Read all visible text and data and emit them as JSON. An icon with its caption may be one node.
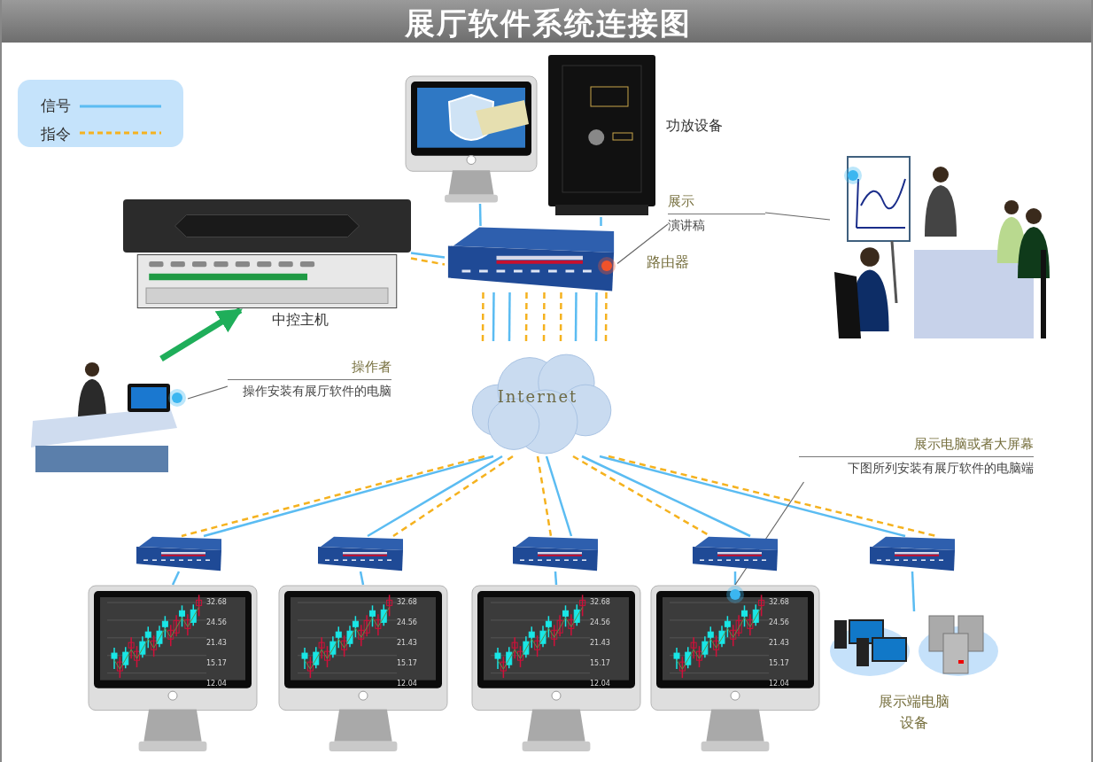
{
  "diagram": {
    "title": "展厅软件系统连接图",
    "nodes": [
      {
        "text": [],
        "shape": "picture"
      },
      {
        "text": [],
        "shape": "picture",
        "beside": [
          "功放设备"
        ]
      },
      {
        "text": [],
        "shape": "picture",
        "beside": [
          "路由器"
        ]
      },
      {
        "text": [],
        "shape": "picture",
        "beside": [
          "中控主机"
        ]
      },
      {
        "text": [],
        "shape": "picture"
      },
      {
        "text": [],
        "shape": "picture"
      },
      {
        "text": [
          "Internet"
        ]
      },
      {
        "text": [],
        "shape": "picture"
      },
      {
        "text": [],
        "shape": "picture"
      },
      {
        "text": [],
        "shape": "picture"
      },
      {
        "text": [],
        "shape": "picture"
      },
      {
        "text": [],
        "shape": "picture"
      },
      {
        "text": [],
        "shape": "picture"
      },
      {
        "text": [],
        "shape": "picture"
      },
      {
        "text": [],
        "shape": "picture"
      },
      {
        "text": [],
        "shape": "picture"
      },
      {
        "text": [],
        "shape": "picture",
        "beside": [
          "展示端电脑设备"
        ]
      },
      {
        "text": [
          "展示",
          "演讲稿"
        ]
      },
      {
        "text": [
          "操作者",
          "操作安装有展厅软件的电脑"
        ]
      },
      {
        "text": [
          "展示电脑或者大屏幕",
          "下图所列安装有展厅软件的电脑端"
        ]
      }
    ],
    "edges": [
      {
        "from": 0,
        "to": 2,
        "arrow": "none"
      },
      {
        "from": 1,
        "to": 2,
        "arrow": "none"
      },
      {
        "from": 3,
        "to": 2,
        "arrow": "none"
      },
      {
        "from": 3,
        "to": 2,
        "arrow": "none",
        "style": "dashed",
        "color": "#f5b21f"
      },
      {
        "from": 2,
        "to": 6,
        "arrow": "none",
        "style": "dashed",
        "color": "#f5b21f"
      },
      {
        "from": 2,
        "to": 6,
        "arrow": "none"
      },
      {
        "from": 2,
        "to": 6,
        "arrow": "none"
      },
      {
        "from": 2,
        "to": 6,
        "arrow": "none",
        "style": "dashed",
        "color": "#f5b21f"
      },
      {
        "from": 2,
        "to": 6,
        "arrow": "none",
        "style": "dashed",
        "color": "#f5b21f"
      },
      {
        "from": 2,
        "to": 6,
        "arrow": "none",
        "style": "dashed",
        "color": "#f5b21f"
      },
      {
        "from": 2,
        "to": 6,
        "arrow": "none"
      },
      {
        "from": 2,
        "to": 6,
        "arrow": "none"
      },
      {
        "from": 2,
        "to": 6,
        "arrow": "none",
        "style": "dashed",
        "color": "#f5b21f"
      },
      {
        "from": 6,
        "to": 7,
        "arrow": "none"
      },
      {
        "from": 6,
        "to": 7,
        "arrow": "none",
        "style": "dashed",
        "color": "#f5b21f"
      },
      {
        "from": 6,
        "to": 8,
        "arrow": "none"
      },
      {
        "from": 6,
        "to": 8,
        "arrow": "none",
        "style": "dashed",
        "color": "#f5b21f"
      },
      {
        "from": 6,
        "to": 9,
        "arrow": "none"
      },
      {
        "from": 6,
        "to": 9,
        "arrow": "none",
        "style": "dashed",
        "color": "#f5b21f"
      },
      {
        "from": 6,
        "to": 10,
        "arrow": "none"
      },
      {
        "from": 6,
        "to": 10,
        "arrow": "none",
        "style": "dashed",
        "color": "#f5b21f"
      },
      {
        "from": 6,
        "to": 11,
        "arrow": "none"
      },
      {
        "from": 6,
        "to": 11,
        "arrow": "none",
        "style": "dashed",
        "color": "#f5b21f"
      },
      {
        "from": 7,
        "to": 12,
        "arrow": "none"
      },
      {
        "from": 8,
        "to": 13,
        "arrow": "none"
      },
      {
        "from": 9,
        "to": 14,
        "arrow": "none"
      },
      {
        "from": 10,
        "to": 15,
        "arrow": "none"
      },
      {
        "from": 11,
        "to": 16,
        "arrow": "none"
      },
      {
        "from": 5,
        "to": 3,
        "arrow": "to",
        "style": "thick",
        "color": "#1fae5a"
      },
      {
        "from": 17,
        "to": 2,
        "arrow": "none",
        "color": "#666666"
      },
      {
        "from": 17,
        "to": 4,
        "arrow": "none",
        "color": "#666666"
      },
      {
        "from": 18,
        "to": 5,
        "arrow": "none",
        "color": "#666666"
      },
      {
        "from": 19,
        "to": 15,
        "arrow": "none",
        "color": "#666666"
      }
    ],
    "labels": [
      "32.68",
      "24.56",
      "21.43",
      "15.17",
      "12.04",
      "32.68",
      "24.56",
      "21.43",
      "15.17",
      "12.04",
      "32.68",
      "24.56",
      "21.43",
      "15.17",
      "12.04",
      "32.68",
      "24.56",
      "21.43",
      "15.17",
      "12.04"
    ],
    "legend": [
      {
        "text": "信号"
      },
      {
        "text": "指令"
      }
    ]
  }
}
